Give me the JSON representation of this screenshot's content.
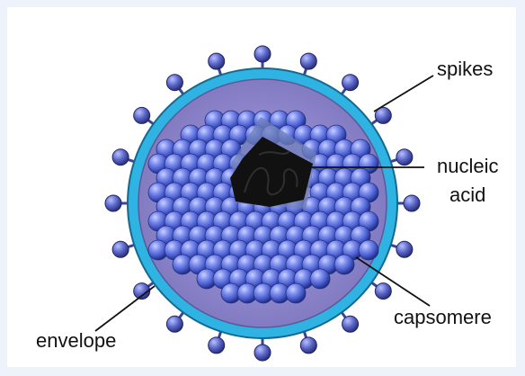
{
  "labels": {
    "spikes": "spikes",
    "nucleic_line1": "nucleic",
    "nucleic_line2": "acid",
    "capsomere": "capsomere",
    "envelope": "envelope"
  },
  "colors": {
    "background": "#eef2fb",
    "envelope": "#2fb3e3",
    "envelope_inner": "#8f87c9",
    "capsomere": "#5b6fd8",
    "spike": "#5a66c8",
    "nucleic_acid": "#111111"
  }
}
